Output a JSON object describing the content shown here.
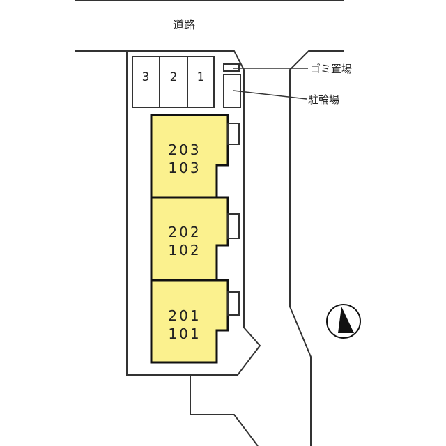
{
  "road_label": "道路",
  "legend": {
    "garbage": "ゴミ置場",
    "bicycle": "駐輪場"
  },
  "parking_bays": [
    "3",
    "2",
    "1"
  ],
  "units": [
    {
      "upper": "203",
      "lower": "103"
    },
    {
      "upper": "202",
      "lower": "102"
    },
    {
      "upper": "201",
      "lower": "101"
    }
  ],
  "colors": {
    "building_fill": "#fbf18e",
    "line": "#333333"
  },
  "compass": "north-arrow"
}
